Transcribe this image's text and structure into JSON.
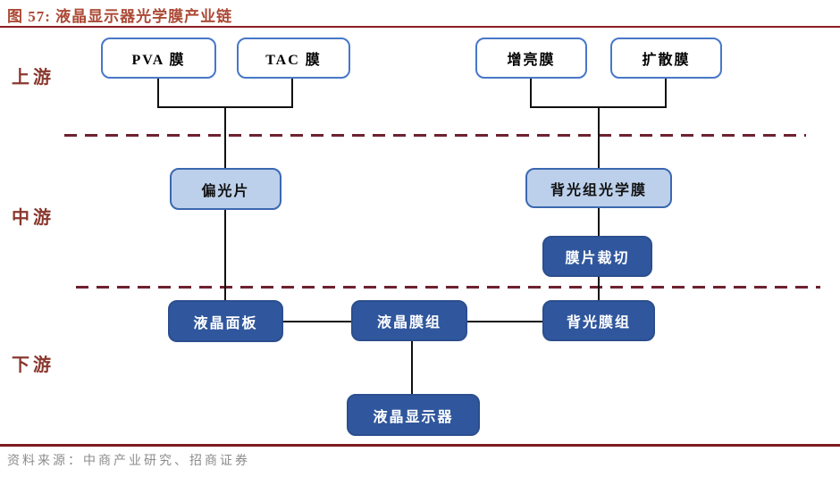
{
  "figure": {
    "title": "图 57:  液晶显示器光学膜产业链"
  },
  "stages": [
    {
      "id": "upstream",
      "label": "上游"
    },
    {
      "id": "midstream",
      "label": "中游"
    },
    {
      "id": "downstream",
      "label": "下游"
    }
  ],
  "nodes": {
    "pva_film": {
      "label": "PVA 膜",
      "style": "outline"
    },
    "tac_film": {
      "label": "TAC 膜",
      "style": "outline"
    },
    "brightness_film": {
      "label": "增亮膜",
      "style": "outline"
    },
    "diffusion_film": {
      "label": "扩散膜",
      "style": "outline"
    },
    "polarizer": {
      "label": "偏光片",
      "style": "light"
    },
    "backlight_optical_film": {
      "label": "背光组光学膜",
      "style": "light"
    },
    "film_cutting": {
      "label": "膜片裁切",
      "style": "dark"
    },
    "lcd_panel": {
      "label": "液晶面板",
      "style": "dark"
    },
    "lcd_film_module": {
      "label": "液晶膜组",
      "style": "dark"
    },
    "backlight_module": {
      "label": "背光膜组",
      "style": "dark"
    },
    "lcd_display": {
      "label": "液晶显示器",
      "style": "dark"
    }
  },
  "source": {
    "text": "资料来源：中商产业研究、招商证券"
  },
  "colors": {
    "title_red": "#AC4A36",
    "rule_red": "#8B1E24",
    "footer_rule_red": "#7E1B20",
    "stage_label_red": "#8A382E",
    "dashed_line_maroon": "#6E2130",
    "outline_node_border_blue": "#4777C8",
    "light_node_fill_blue": "#BDD0EB",
    "dark_node_fill_blue": "#30579D",
    "connector_black": "#111111",
    "source_gray": "#8C8C8C"
  }
}
